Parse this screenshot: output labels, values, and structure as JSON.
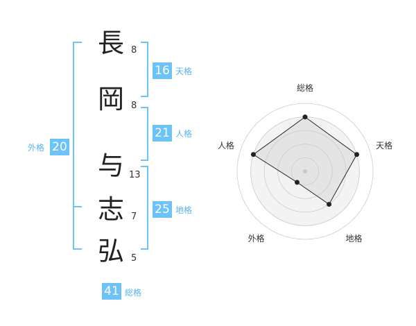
{
  "name_chars": [
    {
      "char": "長",
      "strokes": "8"
    },
    {
      "char": "岡",
      "strokes": "8"
    },
    {
      "char": "与",
      "strokes": "13"
    },
    {
      "char": "志",
      "strokes": "7"
    },
    {
      "char": "弘",
      "strokes": "5"
    }
  ],
  "kaku": {
    "tenkaku": {
      "value": "16",
      "label": "天格"
    },
    "jinkaku": {
      "value": "21",
      "label": "人格"
    },
    "chikaku": {
      "value": "25",
      "label": "地格"
    },
    "gaikaku": {
      "value": "20",
      "label": "外格"
    },
    "soukaku": {
      "value": "41",
      "label": "総格"
    }
  },
  "radar": {
    "axes": [
      "総格",
      "天格",
      "地格",
      "外格",
      "人格"
    ],
    "levels": 5,
    "values": [
      4,
      4,
      3,
      1,
      4
    ],
    "max": 4,
    "fill_color": "#eeeeee",
    "line_color": "#222222",
    "grid_color": "#cccccc"
  },
  "colors": {
    "accent": "#6cc3f7",
    "label": "#58b4ea"
  }
}
